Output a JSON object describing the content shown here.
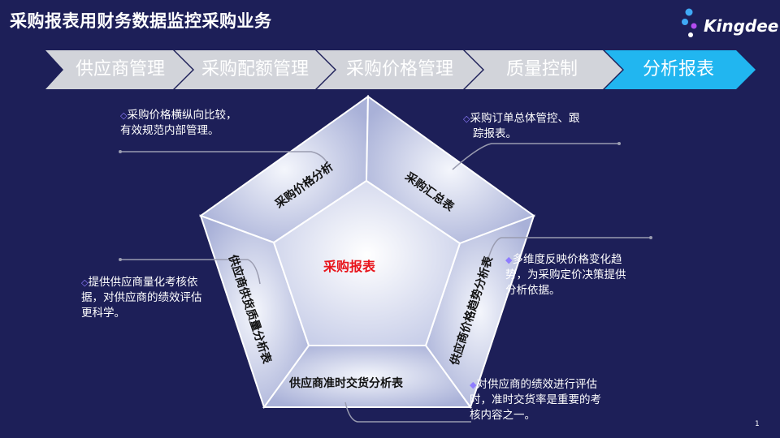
{
  "title": "采购报表用财务数据监控采购业务",
  "logo": {
    "text": "Kingdee",
    "colors": [
      "#3fa9f5",
      "#b44cf0",
      "#ffffff"
    ]
  },
  "nav": {
    "steps": [
      {
        "label": "供应商管理",
        "active": false
      },
      {
        "label": "采购配额管理",
        "active": false
      },
      {
        "label": "采购价格管理",
        "active": false
      },
      {
        "label": "质量控制",
        "active": false
      },
      {
        "label": "分析报表",
        "active": true
      }
    ],
    "inactive_color": "#d2d4da",
    "active_color": "#21b6f0"
  },
  "diagram": {
    "center": "采购报表",
    "segments": {
      "top_left": "采购价格分析",
      "top_right": "采购汇总表",
      "right": "供应商价格趋势分析表",
      "bottom": "供应商准时交货分析表",
      "left": "供应商供货质量分析表"
    }
  },
  "notes": {
    "top_left": {
      "bullet": "◇",
      "lines": [
        "采购价格横纵向比较，",
        "有效规范内部管理。"
      ]
    },
    "top_right": {
      "bullet": "◇",
      "lines": [
        "采购订单总体管控、跟",
        "踪报表。"
      ]
    },
    "right": {
      "bullet": "◆",
      "lines": [
        "多维度反映价格变化趋",
        "势，为采购定价决策提供",
        "分析依据。"
      ]
    },
    "bottom_right": {
      "bullet": "◆",
      "lines": [
        "对供应商的绩效进行评估",
        "时，准时交货率是重要的考",
        "核内容之一。"
      ]
    },
    "left": {
      "bullet": "◇",
      "lines": [
        "提供供应商量化考核依",
        "据，对供应商的绩效评估",
        "更科学。"
      ]
    }
  },
  "page_number": "1"
}
